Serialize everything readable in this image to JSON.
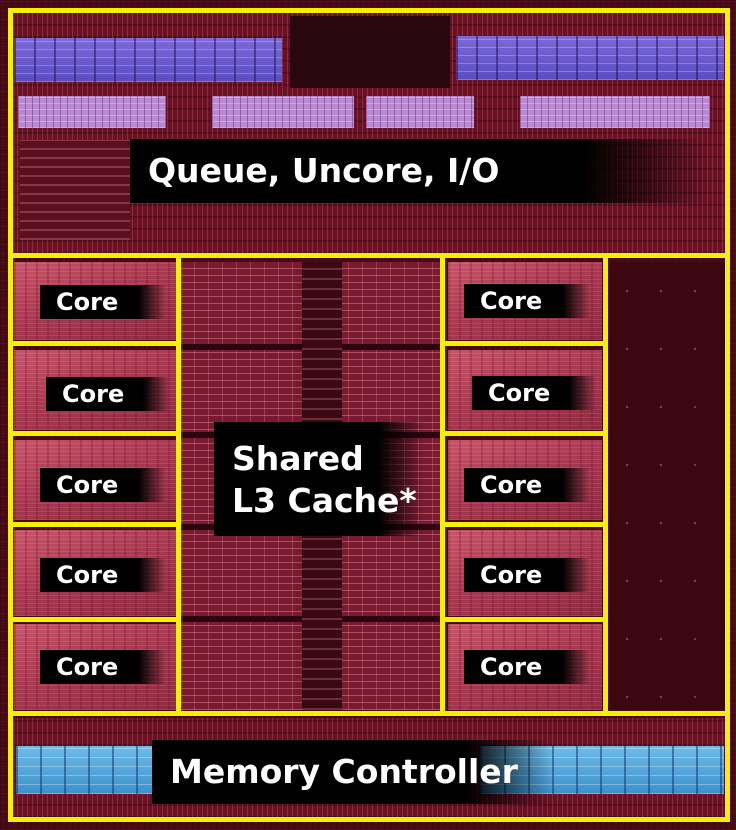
{
  "labels": {
    "top": "Queue, Uncore, I/O",
    "cache_line1": "Shared",
    "cache_line2": "L3 Cache*",
    "bottom": "Memory Controller"
  },
  "cores": {
    "left": [
      "Core",
      "Core",
      "Core",
      "Core",
      "Core"
    ],
    "right": [
      "Core",
      "Core",
      "Core",
      "Core",
      "Core"
    ]
  },
  "colors": {
    "outline": "#f4f000",
    "die": "#4a0a16",
    "label_bg": "#000000",
    "label_text": "#ffffff"
  }
}
